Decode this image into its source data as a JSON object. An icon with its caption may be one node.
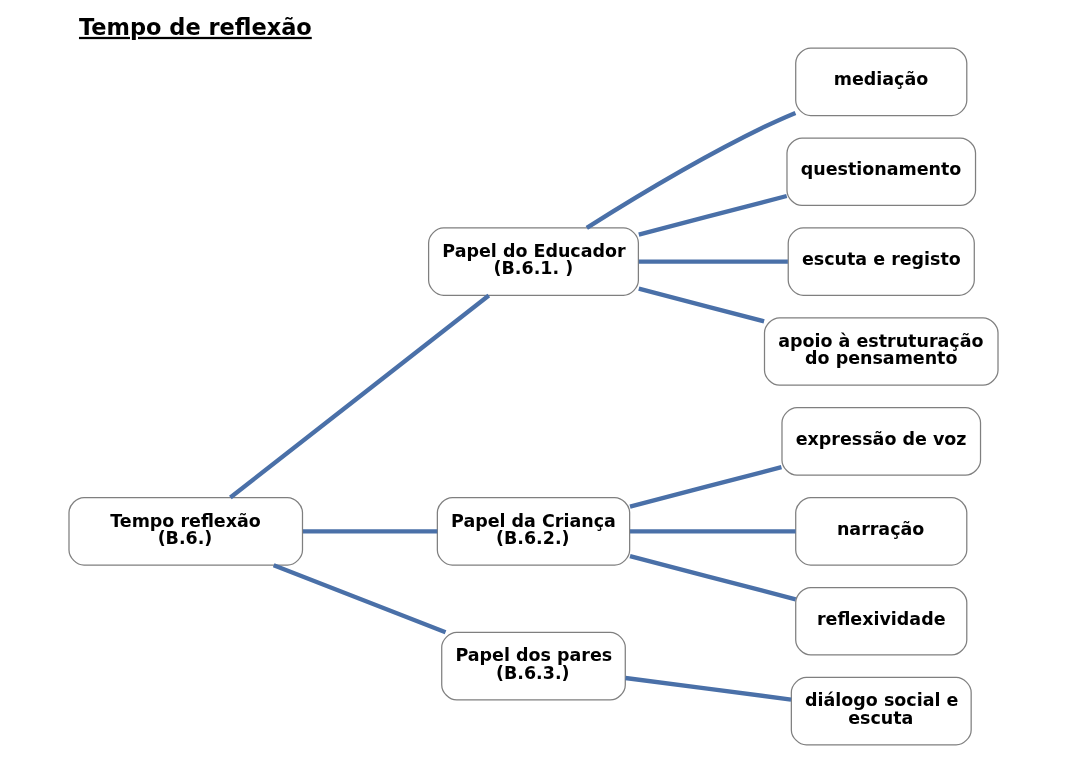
{
  "diagram": {
    "title": "Tempo de reflexão",
    "nodes": [
      {
        "text": [
          "Tempo reflexão (B.6.)"
        ]
      },
      {
        "text": [
          "Papel do Educador (B.6.1. )"
        ]
      },
      {
        "text": [
          "mediação"
        ]
      },
      {
        "text": [
          "questionamento"
        ]
      },
      {
        "text": [
          "escuta e registo"
        ]
      },
      {
        "text": [
          "apoio à estruturação do pensamento"
        ]
      },
      {
        "text": [
          "Papel da Criança (B.6.2.)"
        ]
      },
      {
        "text": [
          "expressão de voz"
        ]
      },
      {
        "text": [
          "narração"
        ]
      },
      {
        "text": [
          "reflexividade"
        ]
      },
      {
        "text": [
          "Papel dos pares (B.6.3.)"
        ]
      },
      {
        "text": [
          "diálogo social e escuta"
        ]
      }
    ],
    "edges": [
      {
        "from": 0,
        "to": 1,
        "arrow": "none"
      },
      {
        "from": 0,
        "to": 6,
        "arrow": "none"
      },
      {
        "from": 0,
        "to": 10,
        "arrow": "none"
      },
      {
        "from": 1,
        "to": 2,
        "arrow": "none"
      },
      {
        "from": 1,
        "to": 3,
        "arrow": "none"
      },
      {
        "from": 1,
        "to": 4,
        "arrow": "none"
      },
      {
        "from": 1,
        "to": 5,
        "arrow": "none"
      },
      {
        "from": 6,
        "to": 7,
        "arrow": "none"
      },
      {
        "from": 6,
        "to": 8,
        "arrow": "none"
      },
      {
        "from": 6,
        "to": 9,
        "arrow": "none"
      },
      {
        "from": 10,
        "to": 11,
        "arrow": "none"
      }
    ]
  }
}
